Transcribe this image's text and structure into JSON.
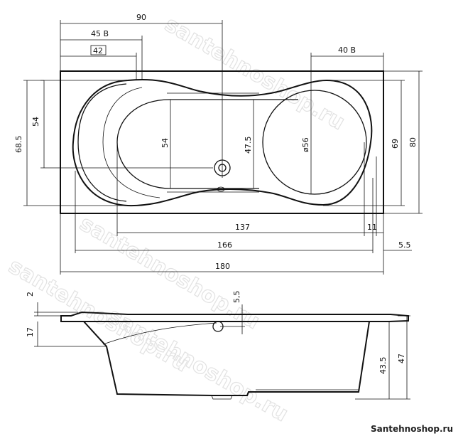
{
  "watermark": "santehnoshop.ru",
  "brand_label": "Santehnoshop.ru",
  "top_view": {
    "dims": {
      "w90": "90",
      "w45b": "45 B",
      "w42": "42",
      "w40b": "40 B",
      "h54_left": "54",
      "h68_5": "68.5",
      "h54_center": "54",
      "h47_5": "47.5",
      "d56": "ø56",
      "h69": "69",
      "h80": "80",
      "l137": "137",
      "l11": "11",
      "l166": "166",
      "l5_5": "5.5",
      "l180": "180"
    }
  },
  "side_view": {
    "dims": {
      "t2": "2",
      "t17": "17",
      "d5_5": "5,5",
      "h43_5": "43.5",
      "h47": "47"
    }
  }
}
